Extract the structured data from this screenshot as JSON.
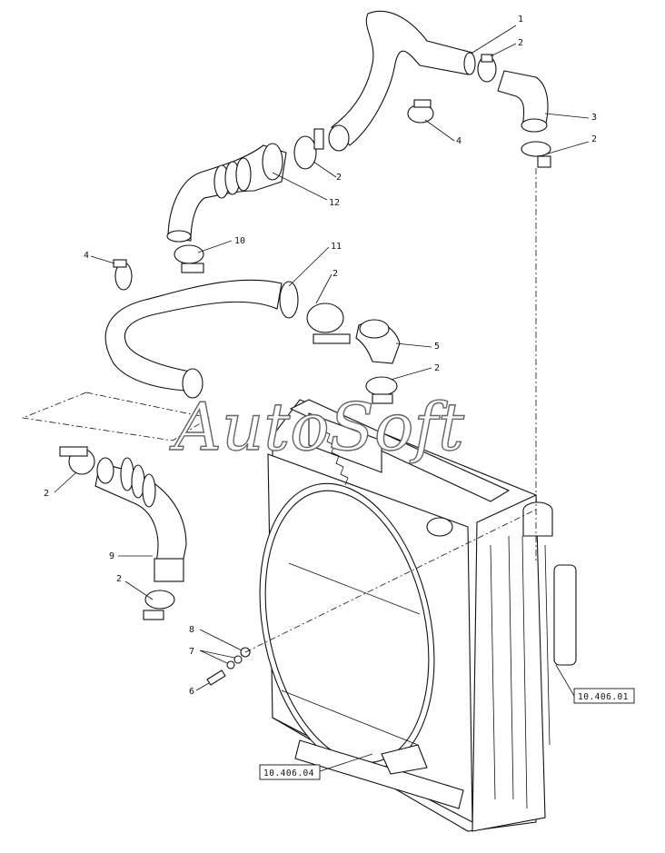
{
  "callouts": {
    "c1": "1",
    "c2a": "2",
    "c3": "3",
    "c2b": "2",
    "c4a": "4",
    "c2c": "2",
    "c12": "12",
    "c10": "10",
    "c4b": "4",
    "c11": "11",
    "c2d": "2",
    "c5": "5",
    "c2e": "2",
    "c2f": "2",
    "c9": "9",
    "c2g": "2",
    "c8": "8",
    "c7": "7",
    "c6": "6"
  },
  "references": {
    "right": "10.406.01",
    "bottom": "10.406.04"
  },
  "watermark": "AutoSoft"
}
